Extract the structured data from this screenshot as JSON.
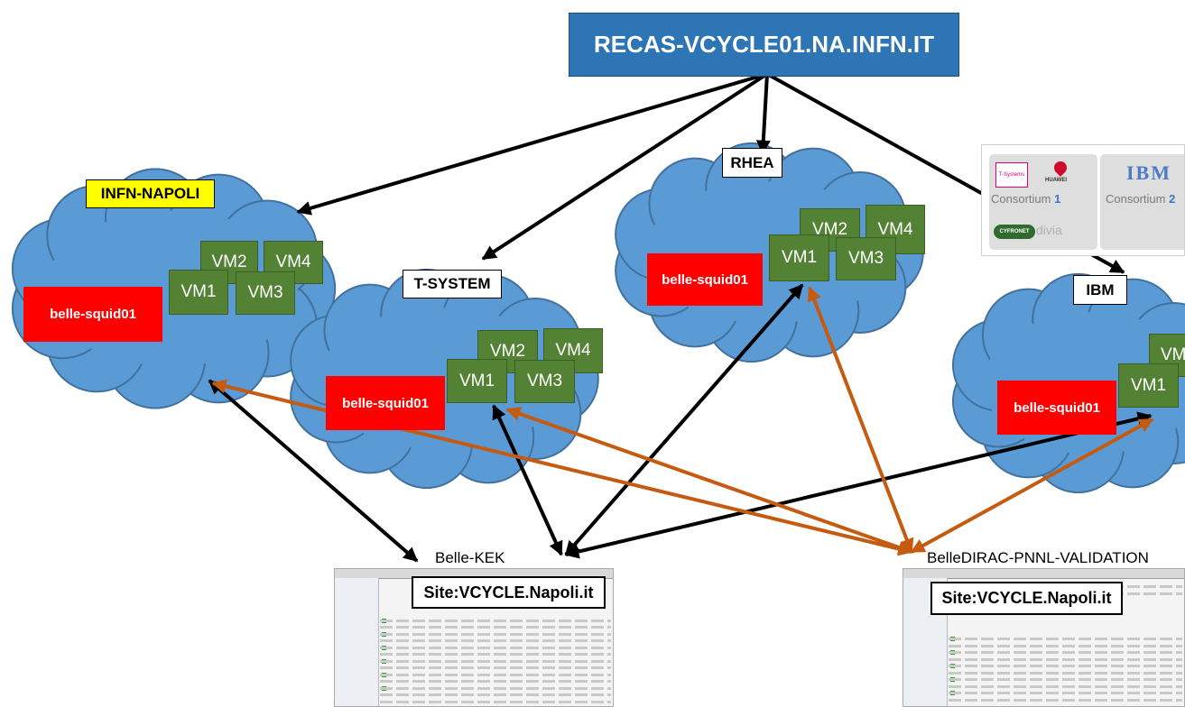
{
  "title": "RECAS-VCYCLE01.NA.INFN.IT",
  "clouds": [
    {
      "label": "INFN-NAPOLI",
      "squid": "belle-squid01",
      "vms": [
        "VM1",
        "VM2",
        "VM3",
        "VM4"
      ]
    },
    {
      "label": "T-SYSTEM",
      "squid": "belle-squid01",
      "vms": [
        "VM1",
        "VM2",
        "VM3",
        "VM4"
      ]
    },
    {
      "label": "RHEA",
      "squid": "belle-squid01",
      "vms": [
        "VM1",
        "VM2",
        "VM3",
        "VM4"
      ]
    },
    {
      "label": "IBM",
      "squid": "belle-squid01",
      "vms": [
        "VM1",
        "VM"
      ]
    }
  ],
  "sites": [
    {
      "name": "Belle-KEK",
      "site_label": "Site:VCYCLE.Napoli.it"
    },
    {
      "name": "BelleDIRAC-PNNL-VALIDATION",
      "site_label": "Site:VCYCLE.Napoli.it"
    }
  ],
  "consortium": {
    "c1_label": "Consortium",
    "c1_num": "1",
    "c2_label": "Consortium",
    "c2_num": "2",
    "logo_tsystems": "T-Systems",
    "logo_huawei": "HUAWEI",
    "logo_ibm": "IBM",
    "logo_cyfronet": "CYFRONET",
    "logo_divia": "divia"
  },
  "colors": {
    "main_box": "#2e75b6",
    "cloud": "#5b9bd5",
    "vm": "#548235",
    "squid": "#ff0000",
    "orange_arrow": "#c55a11",
    "label_yellow": "#ffff00"
  }
}
